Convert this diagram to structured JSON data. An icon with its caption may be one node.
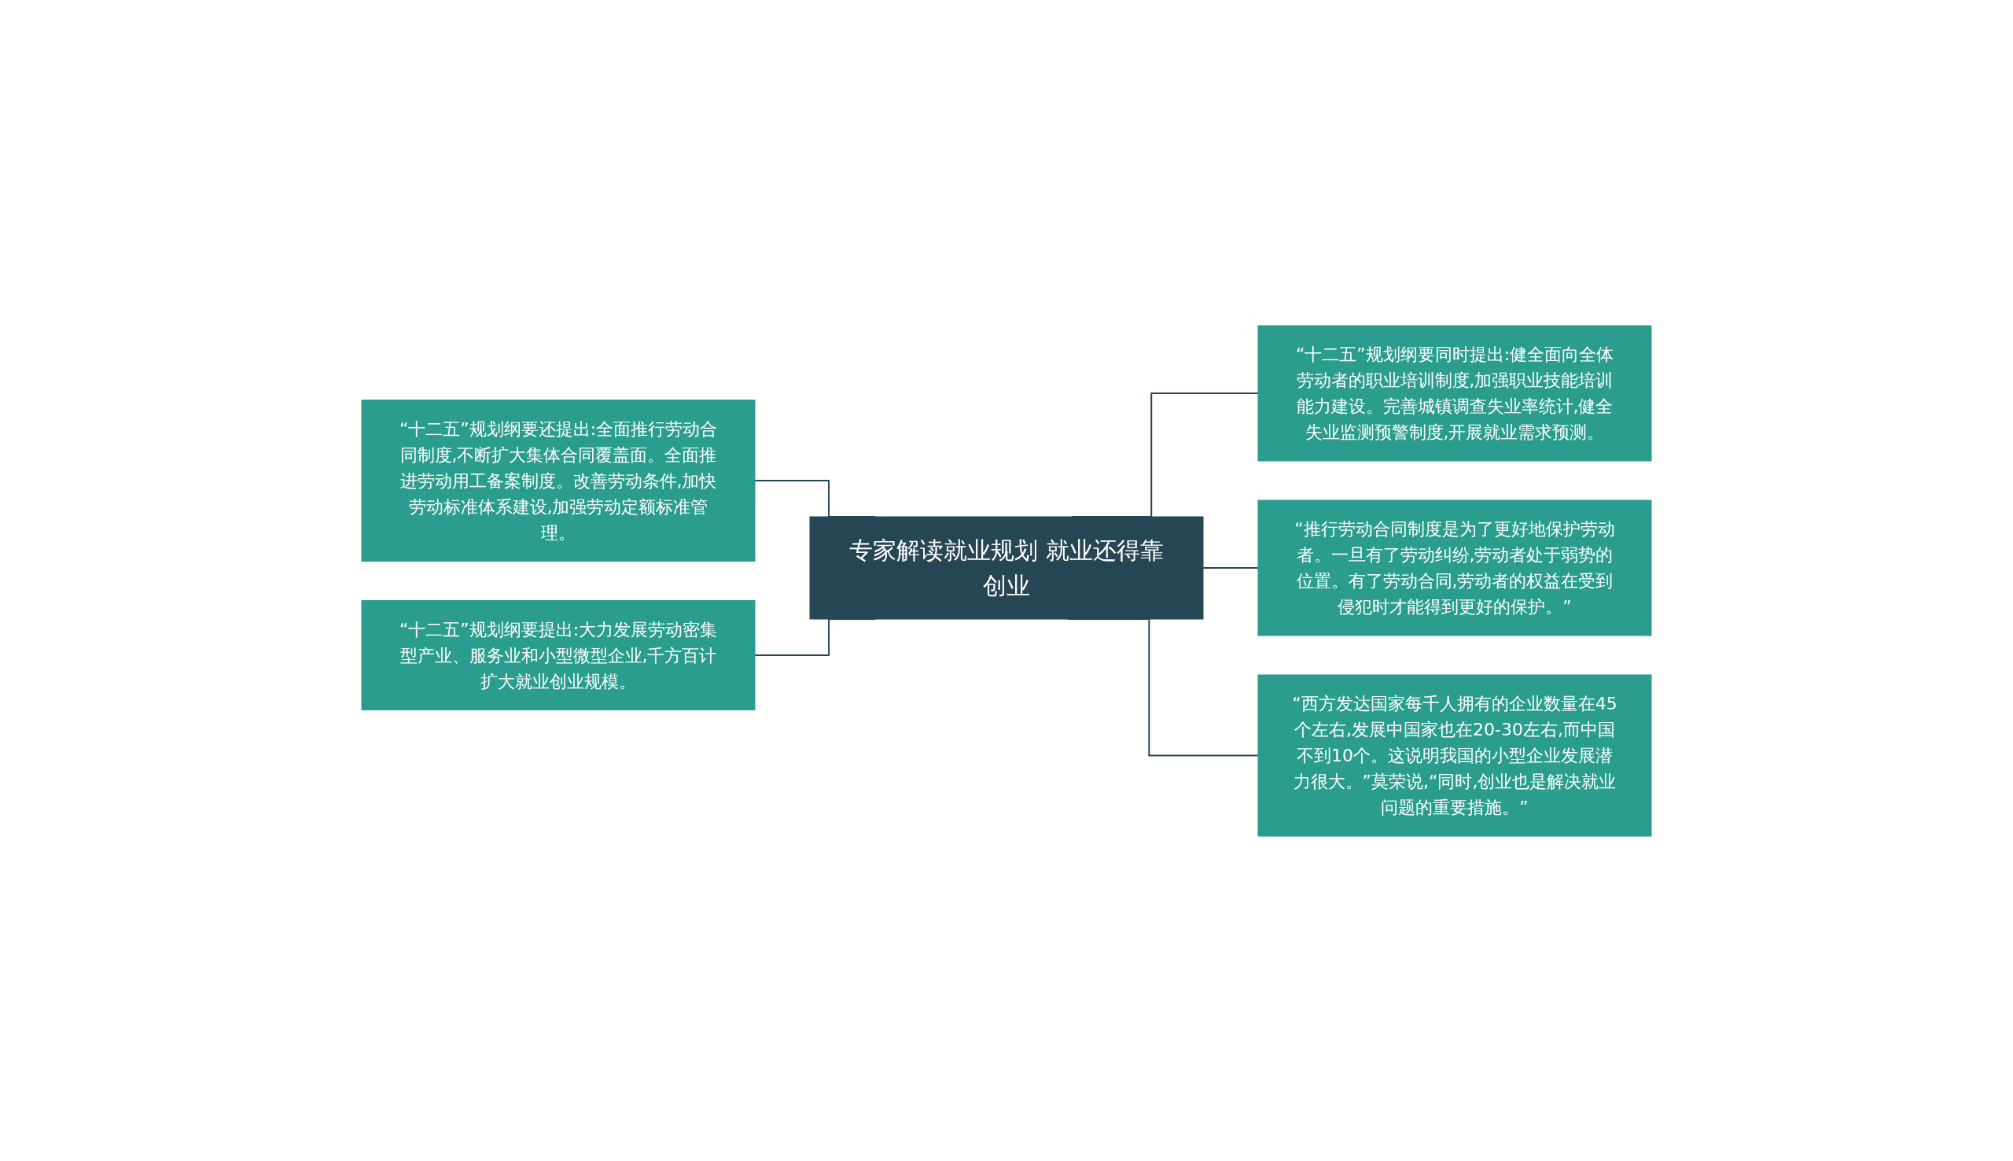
{
  "diagram": {
    "nodes": [
      {
        "text": [
          "“十二五”规划纲要还提出:全面推行劳动合同制度,不断扩大集体合同覆盖面。全面推进劳动用工备案制度。改善劳动条件,加快劳动标准体系建设,加强劳动定额标准管理。"
        ]
      },
      {
        "text": [
          "“十二五”规划纲要提出:大力发展劳动密集型产业、服务业和小型微型企业,千方百计扩大就业创业规模。"
        ]
      },
      {
        "text": [
          "专家解读就业规划 就业还得靠创业"
        ]
      },
      {
        "text": [
          "“十二五”规划纲要同时提出:健全面向全体劳动者的职业培训制度,加强职业技能培训能力建设。完善城镇调查失业率统计,健全失业监测预警制度,开展就业需求预测。"
        ]
      },
      {
        "text": [
          "“推行劳动合同制度是为了更好地保护劳动者。一旦有了劳动纠纷,劳动者处于弱势的位置。有了劳动合同,劳动者的权益在受到侵犯时才能得到更好的保护。”"
        ]
      },
      {
        "text": [
          "“西方发达国家每千人拥有的企业数量在45个左右,发展中国家也在20-30左右,而中国不到10个。这说明我国的小型企业发展潜力很大。”莫荣说,“同时,创业也是解决就业问题的重要措施。”"
        ]
      }
    ],
    "edges": [
      {
        "from": 0,
        "to": 2,
        "arrow": "none"
      },
      {
        "from": 1,
        "to": 2,
        "arrow": "none"
      },
      {
        "from": 2,
        "to": 3,
        "arrow": "none"
      },
      {
        "from": 2,
        "to": 4,
        "arrow": "none"
      },
      {
        "from": 2,
        "to": 5,
        "arrow": "none"
      }
    ]
  }
}
